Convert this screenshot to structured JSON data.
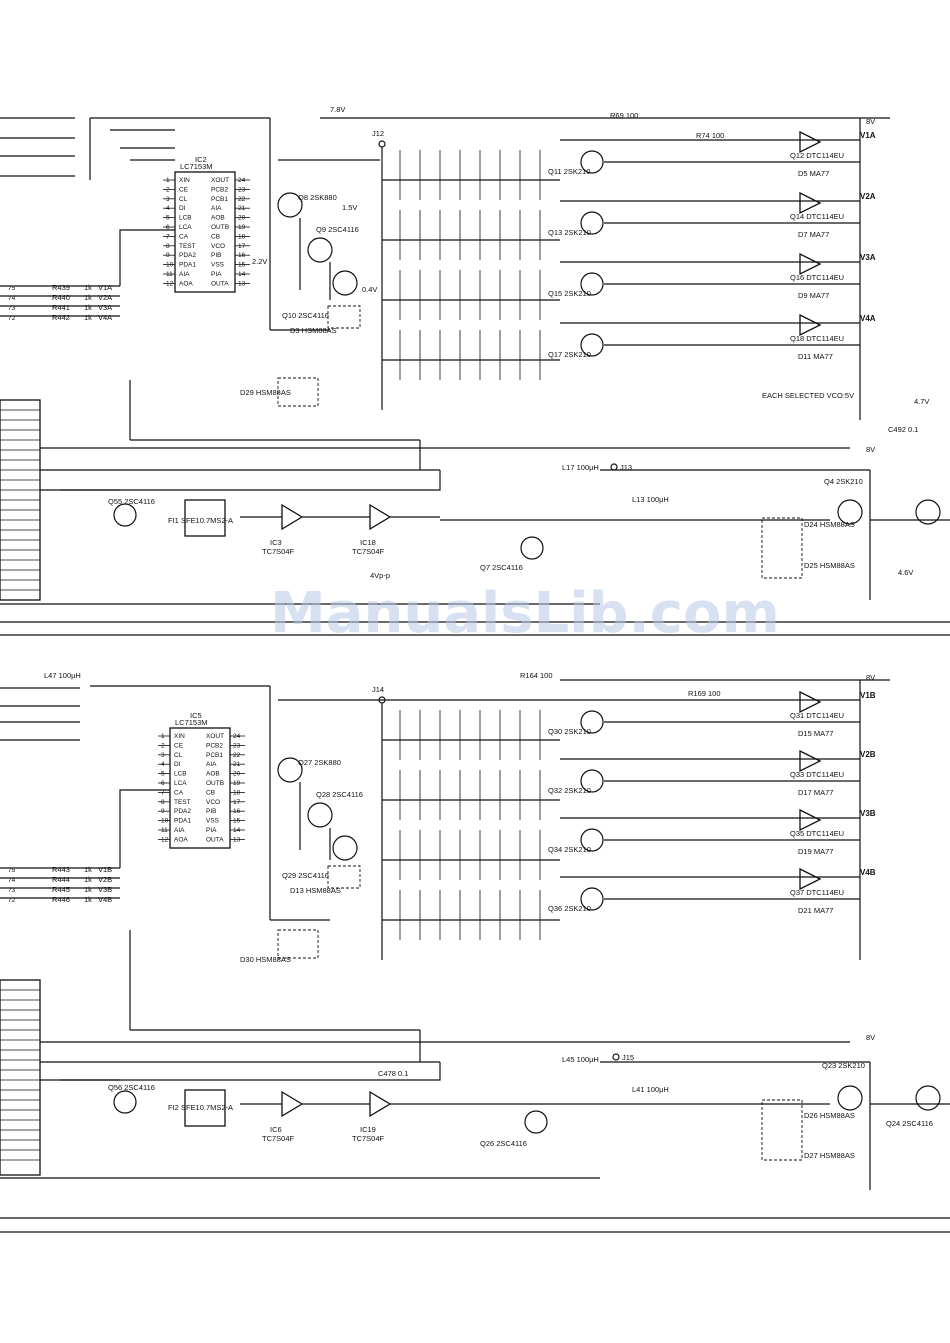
{
  "section_a": {
    "rail_78": "7.8V",
    "rail_8v": "8V",
    "ic_pll": {
      "ref": "IC2",
      "part": "LC7153M"
    },
    "ic_inv_a": {
      "ref": "IC3",
      "part": "TC7S04F"
    },
    "ic_inv_b": {
      "ref": "IC18",
      "part": "TC7S04F"
    },
    "filter": {
      "ref": "FI1",
      "part": "SFE10.7MS2-A"
    },
    "q8": "Q8 2SK880",
    "q9": "Q9 2SC4116",
    "q10": "Q10 2SC4116",
    "d3": "D3 HSM88AS",
    "d29": "D29 HSM88AS",
    "q55": "Q55 2SC4116",
    "q7": "Q7 2SC4116",
    "q4": "Q4 2SK210",
    "d24": "D24 HSM88AS",
    "d25": "D25 HSM88AS",
    "j12": "J12",
    "j13": "J13",
    "r69": "R69 100",
    "r74": "R74 100",
    "l17": "L17 100μH",
    "l13": "L13 100μH",
    "c492": "C492 0.1",
    "vco_stages": [
      {
        "osc": "Q11 2SK210",
        "buf": "Q12 DTC114EU",
        "diode": "D5 MA77",
        "line": "V1A"
      },
      {
        "osc": "Q13 2SK210",
        "buf": "Q14 DTC114EU",
        "diode": "D7 MA77",
        "line": "V2A"
      },
      {
        "osc": "Q15 2SK210",
        "buf": "Q16 DTC114EU",
        "diode": "D9 MA77",
        "line": "V3A"
      },
      {
        "osc": "Q17 2SK210",
        "buf": "Q18 DTC114EU",
        "diode": "D11 MA77",
        "line": "V4A"
      }
    ],
    "note": "EACH SELECTED VCO:5V",
    "rail_47": "4.7V",
    "rail_46": "4.6V",
    "vp": "4Vp-p",
    "volt_22": "2.2V",
    "volt_15": "1.5V",
    "volt_04": "0.4V",
    "left_rows": [
      {
        "res": "R439",
        "val": "1k",
        "line": "V1A",
        "pin": "75"
      },
      {
        "res": "R440",
        "val": "1k",
        "line": "V2A",
        "pin": "74"
      },
      {
        "res": "R441",
        "val": "1k",
        "line": "V3A",
        "pin": "73"
      },
      {
        "res": "R442",
        "val": "1k",
        "line": "V4A",
        "pin": "72"
      }
    ]
  },
  "section_b": {
    "rail_8v": "8V",
    "ic_pll": {
      "ref": "IC5",
      "part": "LC7153M"
    },
    "ic_inv_a": {
      "ref": "IC6",
      "part": "TC7S04F"
    },
    "ic_inv_b": {
      "ref": "IC19",
      "part": "TC7S04F"
    },
    "filter": {
      "ref": "FI2",
      "part": "SFE10.7MS2-A"
    },
    "q27": "Q27 2SK880",
    "q28": "Q28 2SC4116",
    "q29": "Q29 2SC4116",
    "d13": "D13 HSM88AS",
    "d30": "D30 HSM88AS",
    "q56": "Q56 2SC4116",
    "q26": "Q26 2SC4116",
    "q23": "Q23 2SK210",
    "q24": "Q24 2SC4116",
    "d26": "D26 HSM88AS",
    "d27": "D27 HSM88AS",
    "j14": "J14",
    "j15": "J15",
    "l47": "L47 100μH",
    "r164": "R164 100",
    "r169": "R169 100",
    "l45": "L45 100μH",
    "l41": "L41 100μH",
    "c478": "C478 0.1",
    "vco_stages": [
      {
        "osc": "Q30 2SK210",
        "buf": "Q31 DTC114EU",
        "diode": "D15 MA77",
        "line": "V1B"
      },
      {
        "osc": "Q32 2SK210",
        "buf": "Q33 DTC114EU",
        "diode": "D17 MA77",
        "line": "V2B"
      },
      {
        "osc": "Q34 2SK210",
        "buf": "Q35 DTC114EU",
        "diode": "D19 MA77",
        "line": "V3B"
      },
      {
        "osc": "Q36 2SK210",
        "buf": "Q37 DTC114EU",
        "diode": "D21 MA77",
        "line": "V4B"
      }
    ],
    "left_rows": [
      {
        "res": "R443",
        "val": "1k",
        "line": "V1B",
        "pin": "75"
      },
      {
        "res": "R444",
        "val": "1k",
        "line": "V2B",
        "pin": "74"
      },
      {
        "res": "R445",
        "val": "1k",
        "line": "V3B",
        "pin": "73"
      },
      {
        "res": "R446",
        "val": "1k",
        "line": "V4B",
        "pin": "72"
      }
    ]
  },
  "ic_pins": {
    "left": [
      "XIN",
      "CE",
      "CL",
      "DI",
      "LCB",
      "LCA",
      "CA",
      "TEST",
      "PDA2",
      "PDA1",
      "AIA",
      "AOA"
    ],
    "left_nums": [
      "1",
      "2",
      "3",
      "4",
      "5",
      "6",
      "7",
      "8",
      "9",
      "10",
      "11",
      "12"
    ],
    "right": [
      "XOUT",
      "PCB2",
      "PCB1",
      "AIA",
      "AOB",
      "OUTB",
      "CB",
      "VCO",
      "PIB",
      "VSS",
      "PIA",
      "OUTA"
    ],
    "right_nums": [
      "24",
      "23",
      "22",
      "21",
      "20",
      "19",
      "18",
      "17",
      "16",
      "15",
      "14",
      "13"
    ]
  },
  "watermark": "ManualsLib.com"
}
